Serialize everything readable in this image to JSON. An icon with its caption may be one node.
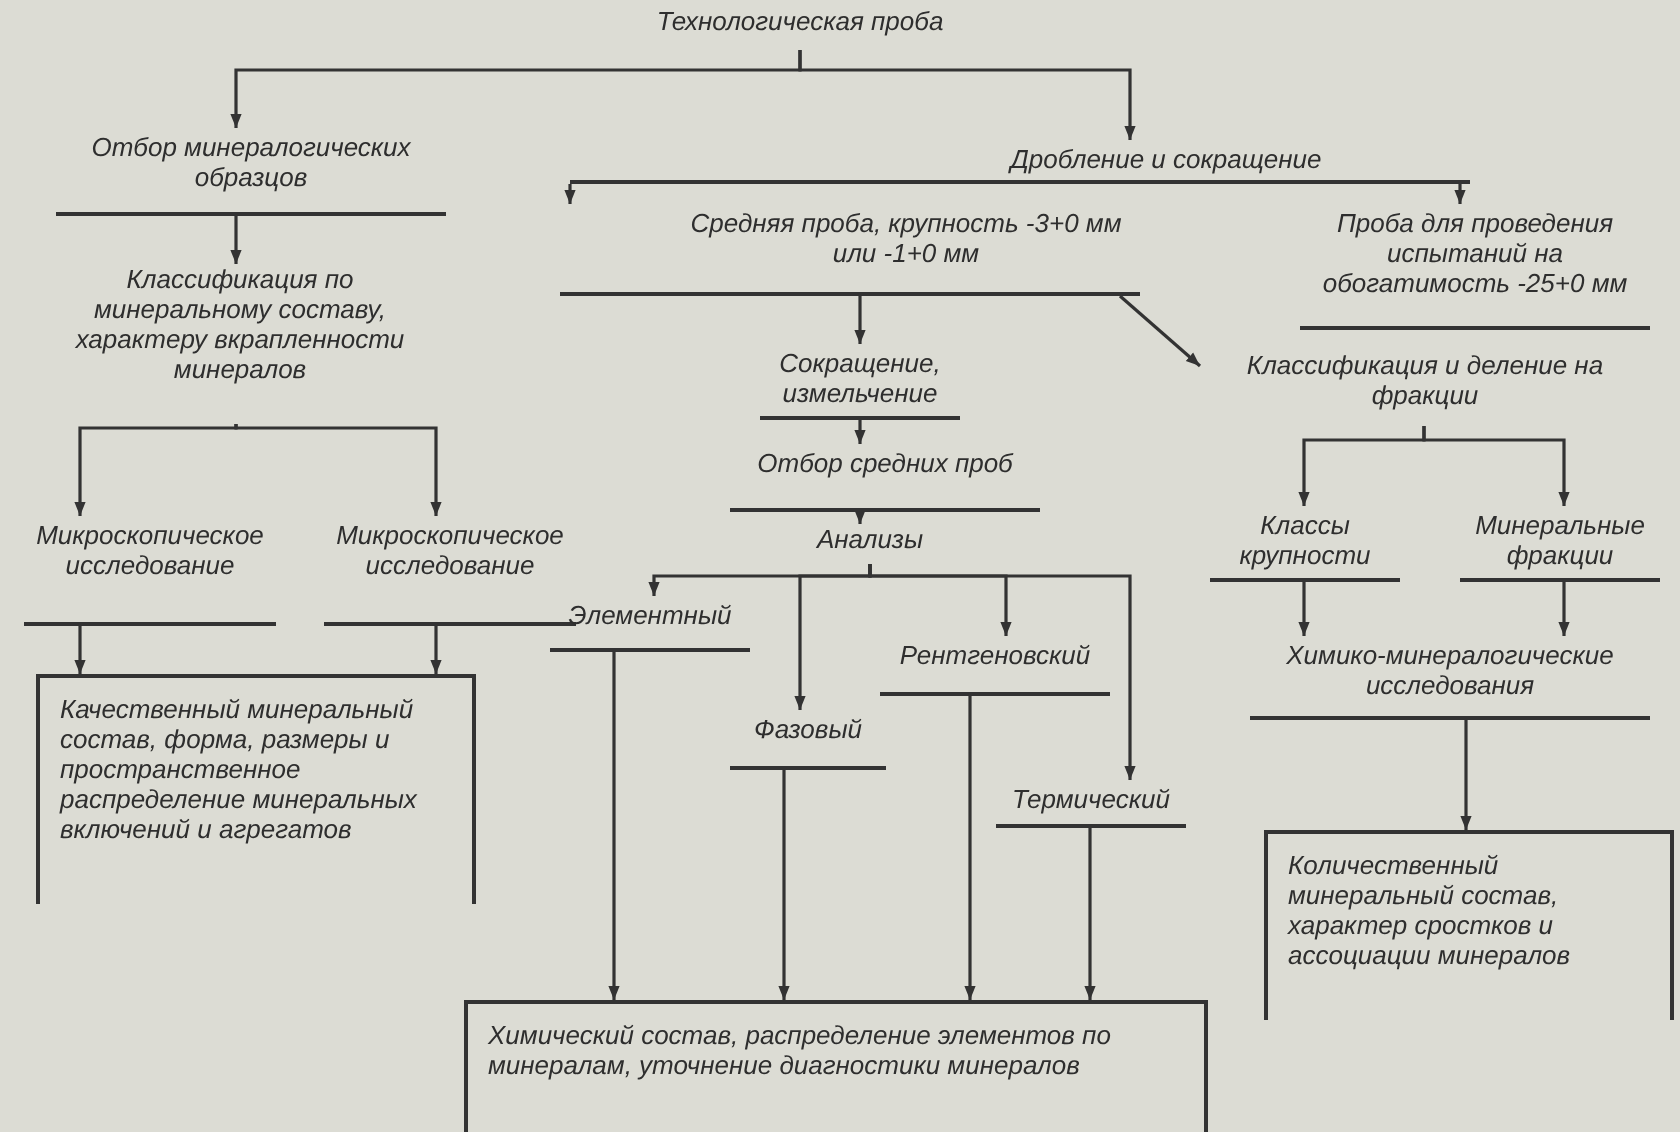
{
  "diagram": {
    "nodes": [
      {
        "text": [
          "Технологическая проба"
        ]
      },
      {
        "text": [
          "Отбор минералогических образцов"
        ]
      },
      {
        "text": [
          "Дробление и сокращение"
        ]
      },
      {
        "text": [
          "Средняя проба, крупность -3+0 мм или -1+0 мм"
        ]
      },
      {
        "text": [
          "Проба для проведения испытаний на обогатимость -25+0 мм"
        ]
      },
      {
        "text": [
          "Классификация по минеральному составу, характеру вкрапленности минералов"
        ]
      },
      {
        "text": [
          "Сокращение, измельчение"
        ]
      },
      {
        "text": [
          "Классификация и деление на фракции"
        ]
      },
      {
        "text": [
          "Отбор средних проб"
        ]
      },
      {
        "text": [
          "Микроскопическое исследование"
        ]
      },
      {
        "text": [
          "Микроскопическое исследование"
        ]
      },
      {
        "text": [
          "Классы крупности"
        ]
      },
      {
        "text": [
          "Минеральные фракции"
        ]
      },
      {
        "text": [
          "Анализы"
        ]
      },
      {
        "text": [
          "Качественный минеральный состав, форма, размеры и пространственное распределение минеральных включений и агрегатов"
        ]
      },
      {
        "text": [
          "Элементный"
        ]
      },
      {
        "text": [
          "Рентгеновский"
        ]
      },
      {
        "text": [
          "Химико-минералогические исследования"
        ]
      },
      {
        "text": [
          "Фазовый"
        ]
      },
      {
        "text": [
          "Термический"
        ]
      },
      {
        "text": [
          "Количественный минеральный состав, характер сростков и ассоциации минералов"
        ]
      },
      {
        "text": [
          "Химический состав, распределение элементов по минералам, уточнение диагностики минералов"
        ]
      }
    ],
    "edges": [
      {
        "from": 0,
        "to": 1,
        "arrow": "to"
      },
      {
        "from": 0,
        "to": 2,
        "arrow": "to"
      },
      {
        "from": 2,
        "to": 3,
        "arrow": "to"
      },
      {
        "from": 2,
        "to": 4,
        "arrow": "to"
      },
      {
        "from": 1,
        "to": 5,
        "arrow": "to"
      },
      {
        "from": 3,
        "to": 6,
        "arrow": "to"
      },
      {
        "from": 3,
        "to": 7,
        "arrow": "to"
      },
      {
        "from": 5,
        "to": 9,
        "arrow": "to"
      },
      {
        "from": 5,
        "to": 10,
        "arrow": "to"
      },
      {
        "from": 6,
        "to": 8,
        "arrow": "to"
      },
      {
        "from": 7,
        "to": 11,
        "arrow": "to"
      },
      {
        "from": 7,
        "to": 12,
        "arrow": "to"
      },
      {
        "from": 8,
        "to": 13,
        "arrow": "to"
      },
      {
        "from": 9,
        "to": 14,
        "arrow": "to"
      },
      {
        "from": 10,
        "to": 14,
        "arrow": "to"
      },
      {
        "from": 13,
        "to": 15,
        "arrow": "to"
      },
      {
        "from": 13,
        "to": 16,
        "arrow": "to"
      },
      {
        "from": 13,
        "to": 18,
        "arrow": "to"
      },
      {
        "from": 13,
        "to": 19,
        "arrow": "to"
      },
      {
        "from": 11,
        "to": 17,
        "arrow": "to"
      },
      {
        "from": 12,
        "to": 17,
        "arrow": "to"
      },
      {
        "from": 17,
        "to": 20,
        "arrow": "to"
      },
      {
        "from": 15,
        "to": 21,
        "arrow": "to"
      },
      {
        "from": 18,
        "to": 21,
        "arrow": "to"
      },
      {
        "from": 16,
        "to": 21,
        "arrow": "to"
      },
      {
        "from": 19,
        "to": 21,
        "arrow": "to"
      }
    ]
  }
}
